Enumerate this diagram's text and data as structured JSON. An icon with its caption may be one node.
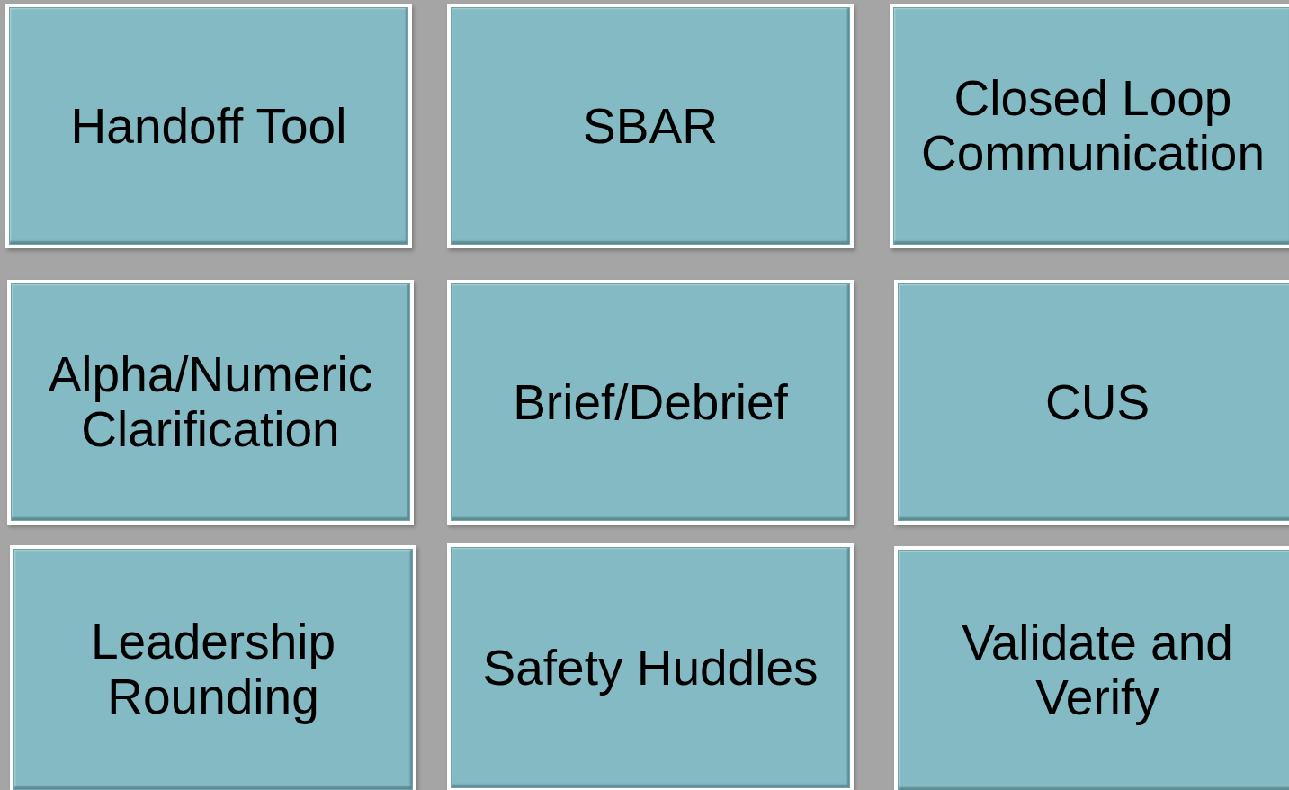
{
  "diagram": {
    "nodes": [
      {
        "text": [
          "Handoff Tool"
        ]
      },
      {
        "text": [
          "SBAR"
        ]
      },
      {
        "text": [
          "Closed Loop Communication"
        ]
      },
      {
        "text": [
          "Alpha/Numeric Clarification"
        ]
      },
      {
        "text": [
          "Brief/Debrief"
        ]
      },
      {
        "text": [
          "CUS"
        ]
      },
      {
        "text": [
          "Leadership Rounding"
        ]
      },
      {
        "text": [
          "Safety Huddles"
        ]
      },
      {
        "text": [
          "Validate and Verify"
        ]
      }
    ]
  }
}
